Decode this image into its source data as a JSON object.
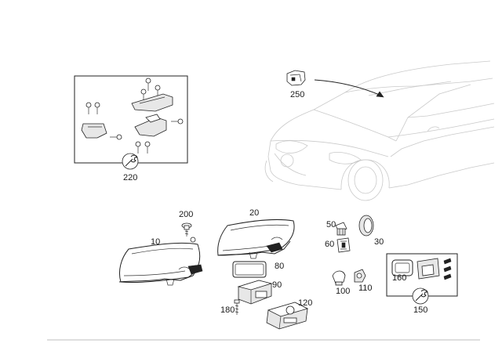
{
  "diagram": {
    "parts": [
      {
        "id": "p10",
        "label": "10"
      },
      {
        "id": "p20",
        "label": "20"
      },
      {
        "id": "p30",
        "label": "30"
      },
      {
        "id": "p50",
        "label": "50"
      },
      {
        "id": "p60",
        "label": "60"
      },
      {
        "id": "p80",
        "label": "80"
      },
      {
        "id": "p90",
        "label": "90"
      },
      {
        "id": "p100",
        "label": "100"
      },
      {
        "id": "p110",
        "label": "110"
      },
      {
        "id": "p120",
        "label": "120"
      },
      {
        "id": "p150",
        "label": "150"
      },
      {
        "id": "p160",
        "label": "160"
      },
      {
        "id": "p180",
        "label": "180"
      },
      {
        "id": "p200",
        "label": "200"
      },
      {
        "id": "p220",
        "label": "220"
      },
      {
        "id": "p250",
        "label": "250"
      }
    ],
    "icons": {
      "repair_kit": "wrench-icon",
      "vehicle": "car-outline"
    }
  }
}
